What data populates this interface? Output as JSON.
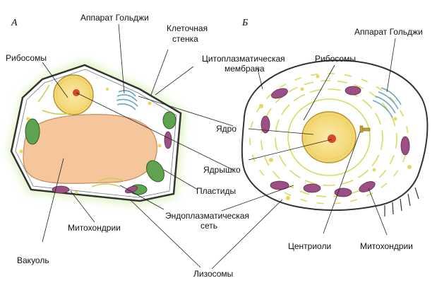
{
  "panels": {
    "plant": "А",
    "animal": "Б"
  },
  "labels": {
    "golgi_plant": "Аппарат Гольджи",
    "cell_wall_1": "Клеточная",
    "cell_wall_2": "стенка",
    "ribosomes_plant": "Рибосомы",
    "cytoplasmic_membrane_1": "Цитоплазматическая",
    "cytoplasmic_membrane_2": "мембрана",
    "ribosomes_animal": "Рибосомы",
    "golgi_animal": "Аппарат Гольджи",
    "nucleus": "Ядро",
    "nucleolus": "Ядрышко",
    "plastids": "Пластиды",
    "er_1": "Эндоплазматическая",
    "er_2": "сеть",
    "mitochondria_plant": "Митохондрии",
    "vacuole": "Вакуоль",
    "centrioles": "Центриоли",
    "mitochondria_animal": "Митохондрии",
    "lysosomes": "Лизосомы"
  },
  "colors": {
    "plant_glow": "#dff2c0",
    "cytoplasm": "#ffffff",
    "vacuole": "#f5c59c",
    "nucleus_fill": "#f7e08c",
    "nucleolus": "#d24a2a",
    "chloroplast": "#5fa24f",
    "mitochondria": "#9c4f85",
    "er": "#e8ee80",
    "golgi": "#6aa7c8"
  }
}
